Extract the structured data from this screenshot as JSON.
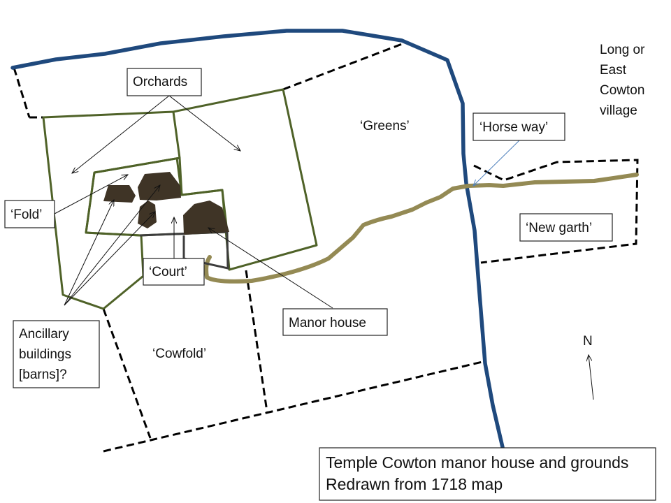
{
  "labels": {
    "orchards": "Orchards",
    "greens": "‘Greens’",
    "horse_way": "‘Horse way’",
    "village": [
      "Long or",
      "East",
      "Cowton",
      "village"
    ],
    "fold": "‘Fold’",
    "new_garth": "‘New garth’",
    "court": "‘Court’",
    "manor_house": "Manor house",
    "ancillary": [
      "Ancillary",
      "buildings",
      "[barns]?"
    ],
    "cowfold": "‘Cowfold’",
    "north": "N"
  },
  "caption": {
    "line1": "Temple Cowton manor house and grounds",
    "line2": "Redrawn from 1718 map"
  },
  "colors": {
    "river": "#1f497d",
    "road": "#948a54",
    "enclosure": "#4f6228",
    "building": "#3f3426",
    "boundary": "#000000",
    "pointer": "#4f81bd"
  },
  "icons": {
    "north": "north-arrow-icon"
  }
}
